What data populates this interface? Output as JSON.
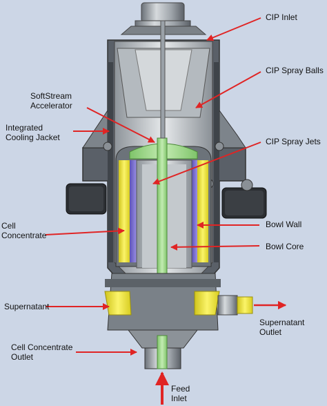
{
  "labels": {
    "cip_inlet": "CIP Inlet",
    "cip_spray_balls": "CIP Spray Balls",
    "softstream_accelerator": [
      "SoftStream",
      "Accelerator"
    ],
    "integrated_cooling_jacket": [
      "Integrated",
      "Cooling Jacket"
    ],
    "cip_spray_jets": "CIP Spray Jets",
    "cell_concentrate": [
      "Cell",
      "Concentrate"
    ],
    "bowl_wall": "Bowl Wall",
    "bowl_core": "Bowl Core",
    "supernatant": "Supernatant",
    "supernatant_outlet": [
      "Supernatant",
      "Outlet"
    ],
    "cell_concentrate_outlet": [
      "Cell Concentrate",
      "Outlet"
    ],
    "feed_inlet": [
      "Feed",
      "Inlet"
    ]
  },
  "colors": {
    "background": "#ccd6e6",
    "arrow": "#e02424",
    "yellow": "#f3ea2c",
    "green": "#9fd88a",
    "violet": "#7b6fd0",
    "metal_dark": "#555b63",
    "metal_mid": "#9aa1a8",
    "metal_light": "#d9dde0"
  }
}
